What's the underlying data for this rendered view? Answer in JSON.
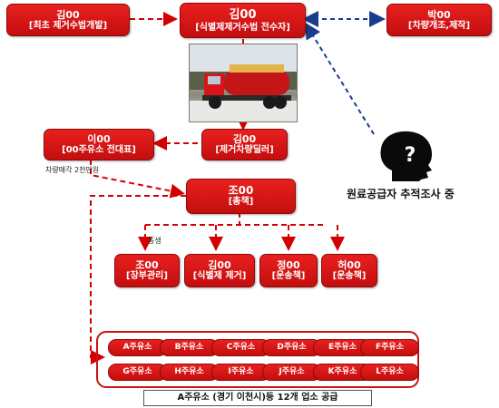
{
  "colors": {
    "node_red": "#d4161a",
    "arrow_red": "#d40000",
    "arrow_blue": "#1a3c8c"
  },
  "nodes": {
    "kim_dev": {
      "name": "김00",
      "role": "[최초 제거수법개발]"
    },
    "kim_main": {
      "name": "김00",
      "role": "[식별제제거수법 전수자]"
    },
    "park": {
      "name": "박00",
      "role": "[차량개조,제작]"
    },
    "kim_dealer": {
      "name": "김00",
      "role": "[제거차량딜러]"
    },
    "lee": {
      "name": "이00",
      "role": "[00주유소 전대표]"
    },
    "jo_boss": {
      "name": "조00",
      "role": "[총책]"
    },
    "jo_ledger": {
      "name": "조00",
      "role": "[장부관리]"
    },
    "kim_remove": {
      "name": "김00",
      "role": "[식별제 제거]"
    },
    "jung": {
      "name": "정00",
      "role": "[운송책]"
    },
    "heo": {
      "name": "허00",
      "role": "[운송책]"
    }
  },
  "labels": {
    "vehicle_sale": "차량매각  2천만원",
    "sibling": "동생",
    "supplier": "원료공급자 추적조사 중"
  },
  "stations": [
    "A주유소",
    "B주유소",
    "C주유소",
    "D주유소",
    "E주유소",
    "F주유소",
    "G주유소",
    "H주유소",
    "I주유소",
    "J주유소",
    "K주유소",
    "L주유소"
  ],
  "caption": "A주유소 (경기 이천시)등 12개 업소 공급"
}
